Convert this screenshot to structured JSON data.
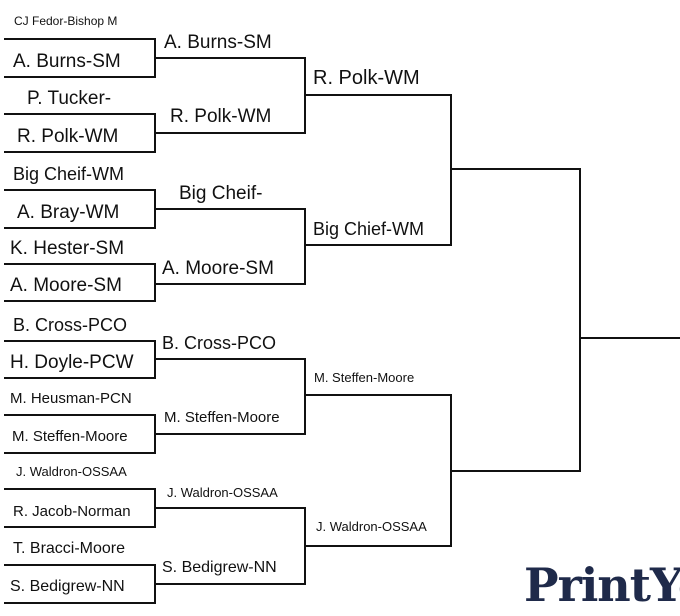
{
  "colors": {
    "line": "#111111",
    "text": "#111111",
    "logo": "#1f2a4a"
  },
  "bracket": {
    "round1": [
      "CJ Fedor-Bishop M",
      "A. Burns-SM",
      "P. Tucker-",
      "R. Polk-WM",
      "Big Cheif-WM",
      "A. Bray-WM",
      "K. Hester-SM",
      "A. Moore-SM",
      "B. Cross-PCO",
      "H. Doyle-PCW",
      "M. Heusman-PCN",
      "M. Steffen-Moore",
      "J. Waldron-OSSAA",
      "R. Jacob-Norman",
      "T. Bracci-Moore",
      "S. Bedigrew-NN"
    ],
    "round2": [
      "A. Burns-SM",
      "R. Polk-WM",
      "Big Cheif-",
      "A. Moore-SM",
      "B. Cross-PCO",
      "M. Steffen-Moore",
      "J. Waldron-OSSAA",
      "S. Bedigrew-NN"
    ],
    "round3": [
      "R. Polk-WM",
      "Big Chief-WM",
      "M. Steffen-Moore",
      "J. Waldron-OSSAA"
    ]
  },
  "logo": {
    "text": "PrintYo"
  }
}
